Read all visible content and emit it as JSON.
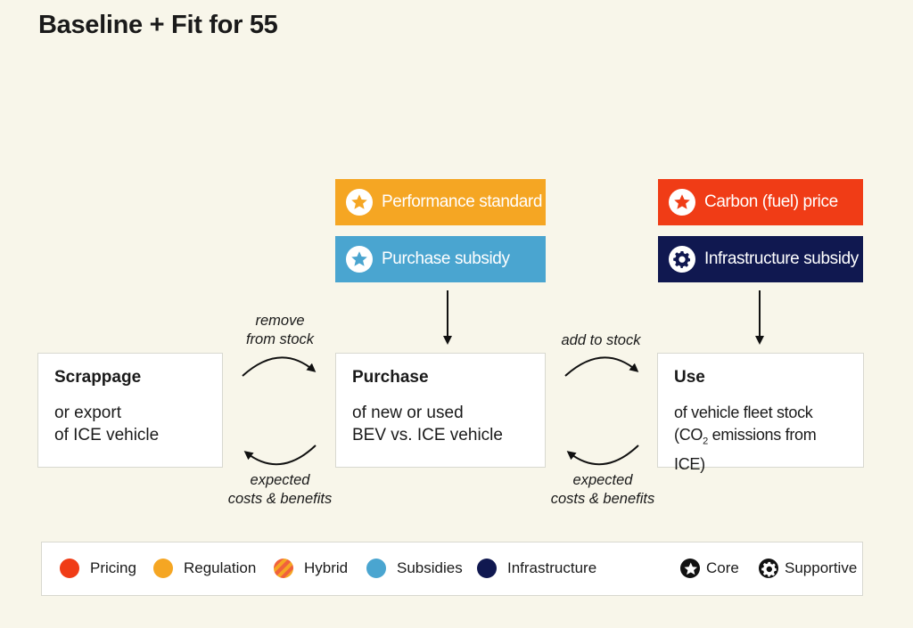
{
  "title": "Baseline + Fit for 55",
  "colors": {
    "pricing": "#f03c16",
    "regulation": "#f5a623",
    "subsidies": "#4aa5d0",
    "infrastructure": "#101850",
    "hybrid_a": "#f5a623",
    "hybrid_b": "#f0623c"
  },
  "policies": {
    "performance_standard": {
      "label": "Performance standard",
      "icon": "star-icon"
    },
    "purchase_subsidy": {
      "label": "Purchase subsidy",
      "icon": "star-icon"
    },
    "carbon_price": {
      "label": "Carbon (fuel) price",
      "icon": "star-icon"
    },
    "infrastructure_subsidy": {
      "label": "Infrastructure subsidy",
      "icon": "gear-icon"
    }
  },
  "stages": {
    "scrappage": {
      "name": "Scrappage",
      "line1": "or export",
      "line2": "of ICE vehicle"
    },
    "purchase": {
      "name": "Purchase",
      "line1": "of new or used",
      "line2": "BEV vs. ICE vehicle"
    },
    "use": {
      "name": "Use",
      "line1": "of vehicle fleet stock",
      "line2_pre": "(CO",
      "line2_sub": "2",
      "line2_post": " emissions from ICE)"
    }
  },
  "flows": {
    "remove_line1": "remove",
    "remove_line2": "from stock",
    "add": "add to stock",
    "expected_line1": "expected",
    "expected_line2": "costs & benefits"
  },
  "legend": {
    "pricing": "Pricing",
    "regulation": "Regulation",
    "hybrid": "Hybrid",
    "subsidies": "Subsidies",
    "infrastructure": "Infrastructure",
    "core": "Core",
    "supportive": "Supportive"
  }
}
